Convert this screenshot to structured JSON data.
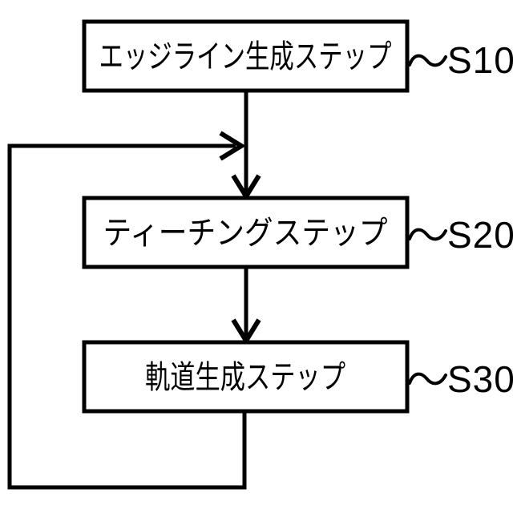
{
  "figure": {
    "type": "flowchart",
    "colors": {
      "background": "#ffffff",
      "line": "#000000",
      "text": "#000000"
    },
    "steps": [
      {
        "id": "S10",
        "box_label": "エッジライン生成ステップ",
        "ref_label": "S10"
      },
      {
        "id": "S20",
        "box_label": "ティーチングステップ",
        "ref_label": "S20"
      },
      {
        "id": "S30",
        "box_label": "軌道生成ステップ",
        "ref_label": "S30"
      }
    ],
    "edges": [
      {
        "from": "S10",
        "to": "S20",
        "style": "straight-down-arrow"
      },
      {
        "from": "S20",
        "to": "S30",
        "style": "straight-down-arrow"
      },
      {
        "from": "S30",
        "to": "S20",
        "style": "feedback-loop-left-side"
      }
    ],
    "ref_connector_icon": "tilde-squiggle"
  }
}
